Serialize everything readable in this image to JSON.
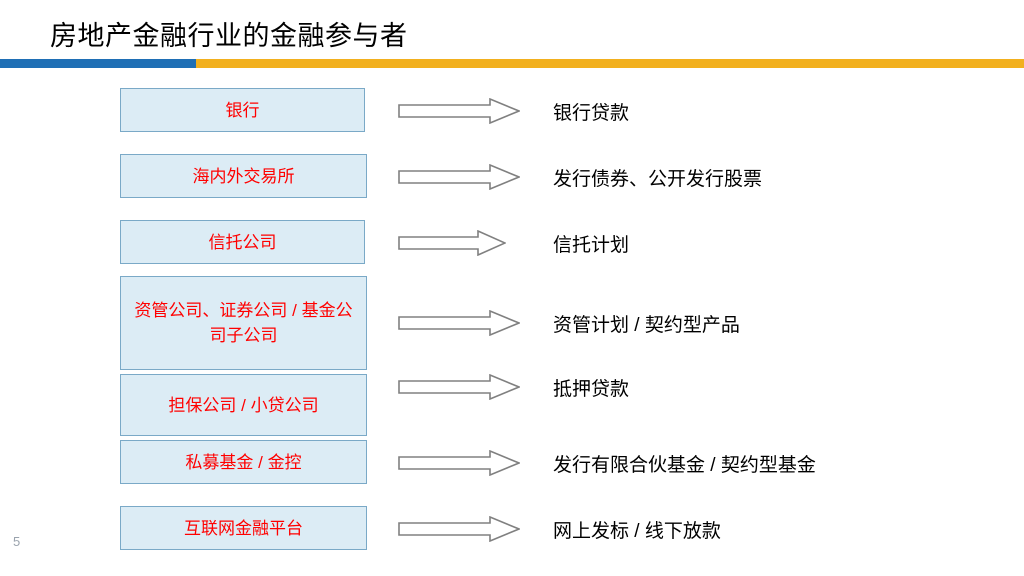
{
  "slide": {
    "title": "房地产金融行业的金融参与者",
    "page_number": "5",
    "colors": {
      "rule_left": "#1f6fb5",
      "rule_right": "#f2b01e",
      "box_fill": "#dcecf5",
      "box_border": "#7aa9c7",
      "box_text": "#ff0000",
      "label_text": "#000000"
    },
    "rows": [
      {
        "box": "银行",
        "arrow": "arrow-right-icon",
        "label": "银行贷款"
      },
      {
        "box": "海内外交易所",
        "arrow": "arrow-right-icon",
        "label": "发行债券、公开发行股票"
      },
      {
        "box": "信托公司",
        "arrow": "arrow-right-icon",
        "label": "信托计划"
      },
      {
        "box": "资管公司、证券公司 / 基金公司子公司",
        "arrow": "arrow-right-icon",
        "label": "资管计划 / 契约型产品"
      },
      {
        "box": "担保公司 / 小贷公司",
        "arrow": "arrow-right-icon",
        "label": "抵押贷款"
      },
      {
        "box": "私募基金 / 金控",
        "arrow": "arrow-right-icon",
        "label": "发行有限合伙基金 / 契约型基金"
      },
      {
        "box": "互联网金融平台",
        "arrow": "arrow-right-icon",
        "label": "网上发标 / 线下放款"
      }
    ]
  }
}
